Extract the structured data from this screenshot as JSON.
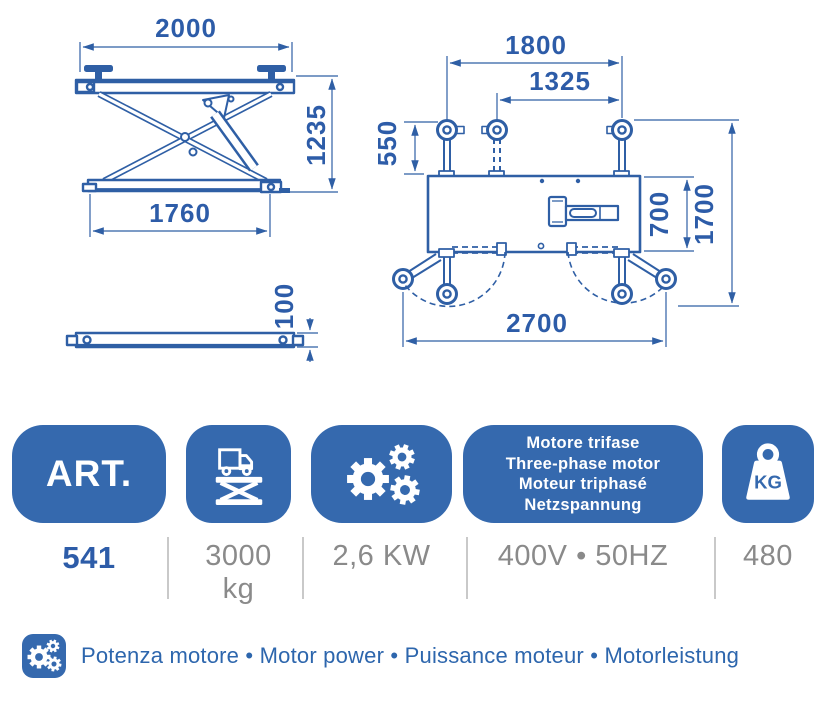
{
  "colors": {
    "accent_blue": "#3569ae",
    "drawing_blue": "#2f5fa5",
    "dim_text_blue": "#2d5ca8",
    "value_gray": "#8a8a8a",
    "footer_text_blue": "#2d66ad",
    "divider_gray": "#c9c9c9"
  },
  "drawings": {
    "side_view_raised": {
      "dim_platform_length": "2000",
      "dim_lift_height": "1235",
      "dim_base_length": "1760"
    },
    "side_view_lowered": {
      "dim_min_height": "100"
    },
    "top_view": {
      "dim_arm_span": "1800",
      "dim_inner_arm_span": "1325",
      "dim_arm_length": "550",
      "dim_platform_width": "700",
      "dim_overall_width": "1700",
      "dim_overall_length": "2700"
    }
  },
  "specs": {
    "columns": [
      {
        "id": "article",
        "badge_label": "ART.",
        "value": "541"
      },
      {
        "id": "capacity",
        "icon": "truck-on-scissor-lift-icon",
        "value": "3000 kg"
      },
      {
        "id": "power",
        "icon": "gears-icon",
        "value": "2,6 KW"
      },
      {
        "id": "motor",
        "badge_lines": [
          "Motore trifase",
          "Three-phase motor",
          "Moteur triphasé",
          "Netzspannung"
        ],
        "value": "400V • 50HZ"
      },
      {
        "id": "weight",
        "icon": "kg-weight-icon",
        "kg_label": "KG",
        "value": "480"
      }
    ]
  },
  "footer": {
    "icon": "gears-icon",
    "label": "Potenza motore • Motor power • Puissance moteur • Motorleistung"
  }
}
